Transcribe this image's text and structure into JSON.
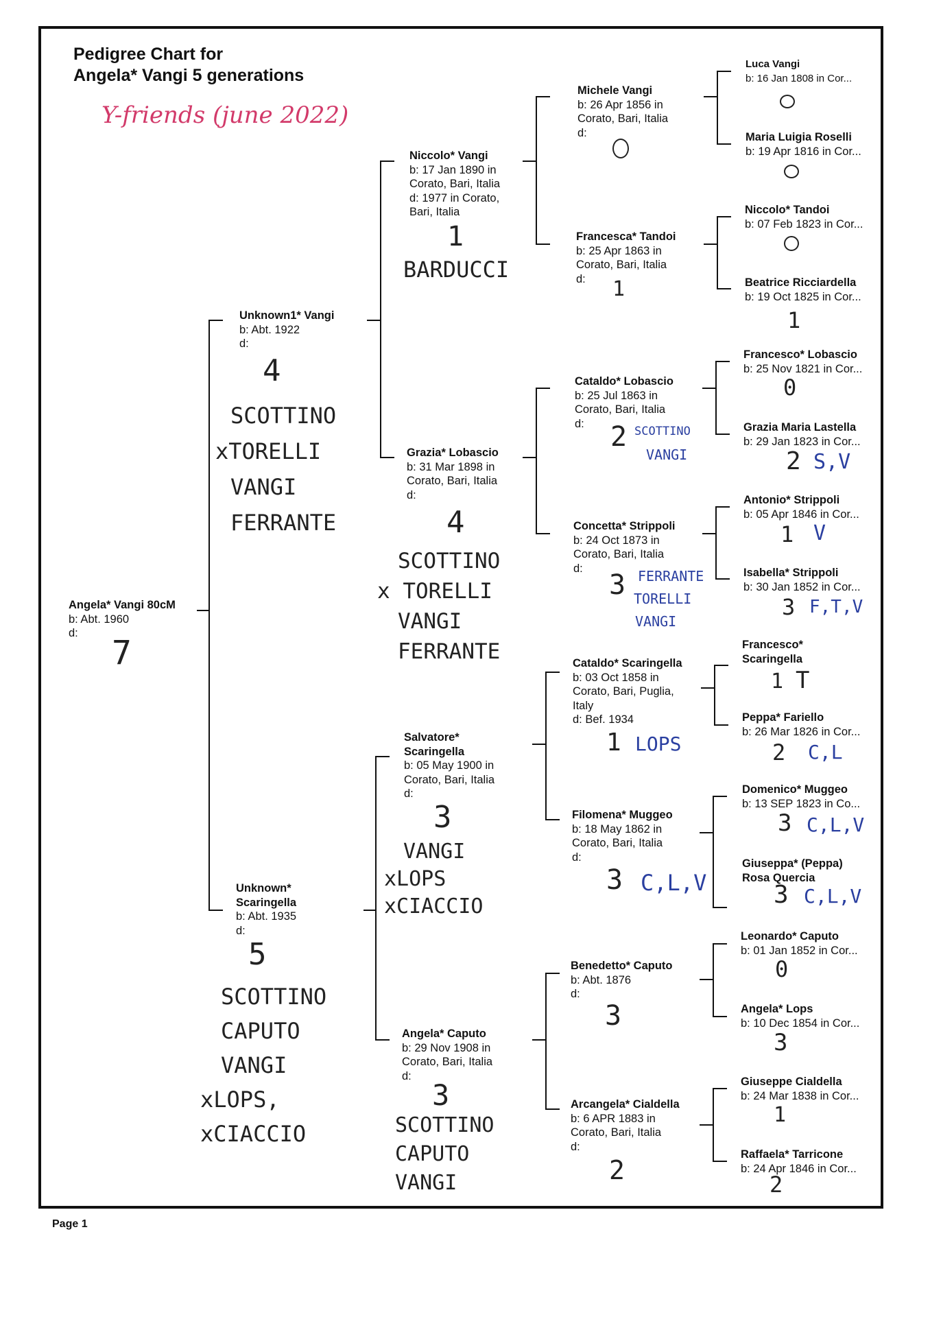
{
  "chart": {
    "title_line1": "Pedigree Chart for",
    "title_line2": "Angela* Vangi 5 generations",
    "handwritten_note": "Y-friends (june 2022)",
    "page_label": "Page 1"
  },
  "people": {
    "p1": {
      "name": "Angela* Vangi 80cM",
      "b": "b: Abt. 1960",
      "d": "d:"
    },
    "p2": {
      "name": "Unknown1* Vangi",
      "b": "b: Abt. 1922",
      "d": "d:"
    },
    "p3": {
      "name1": "Unknown*",
      "name2": "Scaringella",
      "b": "b: Abt. 1935",
      "d": "d:"
    },
    "p4": {
      "name": "Niccolo* Vangi",
      "b1": "b: 17 Jan 1890 in",
      "b2": "Corato, Bari, Italia",
      "d1": "d: 1977 in Corato,",
      "d2": "Bari, Italia"
    },
    "p5": {
      "name": "Grazia* Lobascio",
      "b1": "b: 31 Mar 1898 in",
      "b2": "Corato, Bari, Italia",
      "d": "d:"
    },
    "p6": {
      "name1": "Salvatore*",
      "name2": "Scaringella",
      "b1": "b: 05 May 1900 in",
      "b2": "Corato, Bari, Italia",
      "d": "d:"
    },
    "p7": {
      "name": "Angela* Caputo",
      "b1": "b: 29 Nov 1908 in",
      "b2": "Corato, Bari, Italia",
      "d": "d:"
    },
    "p8": {
      "name": "Michele Vangi",
      "b1": "b: 26 Apr 1856 in",
      "b2": "Corato, Bari, Italia",
      "d": "d:"
    },
    "p9": {
      "name": "Francesca* Tandoi",
      "b1": "b: 25 Apr 1863 in",
      "b2": "Corato, Bari, Italia",
      "d": "d:"
    },
    "p10": {
      "name": "Cataldo* Lobascio",
      "b1": "b: 25 Jul 1863 in",
      "b2": "Corato, Bari, Italia",
      "d": "d:"
    },
    "p11": {
      "name": "Concetta* Strippoli",
      "b1": "b: 24 Oct 1873 in",
      "b2": "Corato, Bari, Italia",
      "d": "d:"
    },
    "p12": {
      "name": "Cataldo* Scaringella",
      "b1": "b: 03 Oct 1858 in",
      "b2": "Corato, Bari, Puglia,",
      "b3": "Italy",
      "d": "d: Bef. 1934"
    },
    "p13": {
      "name": "Filomena* Muggeo",
      "b1": "b: 18 May 1862 in",
      "b2": "Corato, Bari, Italia",
      "d": "d:"
    },
    "p14": {
      "name": "Benedetto* Caputo",
      "b": "b: Abt. 1876",
      "d": "d:"
    },
    "p15": {
      "name": "Arcangela* Cialdella",
      "b1": "b: 6 APR 1883 in",
      "b2": "Corato, Bari, Italia",
      "d": "d:"
    },
    "p16": {
      "name": "Luca Vangi",
      "b": "b: 16 Jan 1808 in Cor..."
    },
    "p17": {
      "name": "Maria Luigia Roselli",
      "b": "b: 19 Apr 1816 in Cor..."
    },
    "p18": {
      "name": "Niccolo* Tandoi",
      "b": "b: 07 Feb 1823 in Cor..."
    },
    "p19": {
      "name": "Beatrice Ricciardella",
      "b": "b: 19 Oct 1825 in Cor..."
    },
    "p20": {
      "name": "Francesco* Lobascio",
      "b": "b: 25 Nov 1821 in Cor..."
    },
    "p21": {
      "name": "Grazia Maria Lastella",
      "b": "b: 29 Jan 1823 in Cor..."
    },
    "p22": {
      "name": "Antonio* Strippoli",
      "b": "b: 05 Apr 1846 in Cor..."
    },
    "p23": {
      "name": "Isabella* Strippoli",
      "b": "b: 30 Jan 1852 in Cor..."
    },
    "p24": {
      "name1": "Francesco*",
      "name2": "Scaringella"
    },
    "p25": {
      "name": "Peppa* Fariello",
      "b": "b: 26 Mar 1826 in Cor..."
    },
    "p26": {
      "name": "Domenico* Muggeo",
      "b": "b: 13 SEP 1823 in Co..."
    },
    "p27": {
      "name1": "Giuseppa* (Peppa)",
      "name2": "Rosa Quercia"
    },
    "p28": {
      "name": "Leonardo* Caputo",
      "b": "b: 01 Jan 1852 in Cor..."
    },
    "p29": {
      "name": "Angela* Lops",
      "b": "b: 10 Dec 1854 in Cor..."
    },
    "p30": {
      "name": "Giuseppe Cialdella",
      "b": "b: 24 Mar 1838 in Cor..."
    },
    "p31": {
      "name": "Raffaela* Tarricone",
      "b": "b: 24 Apr 1846 in Cor..."
    }
  },
  "notes": {
    "n_p1": "7",
    "n_p2_count": "4",
    "n_p2_l1": "SCOTTINO",
    "n_p2_l2": "xTORELLI",
    "n_p2_l3": "VANGI",
    "n_p2_l4": "FERRANTE",
    "n_p3_count": "5",
    "n_p3_l1": "SCOTTINO",
    "n_p3_l2": "CAPUTO",
    "n_p3_l3": "VANGI",
    "n_p3_l4": "xLOPS,",
    "n_p3_l5": "xCIACCIO",
    "n_p4_count": "1",
    "n_p4_l1": "BARDUCCI",
    "n_p5_count": "4",
    "n_p5_l1": "SCOTTINO",
    "n_p5_l2": "x TORELLI",
    "n_p5_l3": "VANGI",
    "n_p5_l4": "FERRANTE",
    "n_p6_count": "3",
    "n_p6_l1": "VANGI",
    "n_p6_l2": "xLOPS",
    "n_p6_l3": "xCIACCIO",
    "n_p7_count": "3",
    "n_p7_l1": "SCOTTINO",
    "n_p7_l2": "CAPUTO",
    "n_p7_l3": "VANGI",
    "n_p9": "1",
    "n_p10_count": "2",
    "n_p10_l1": "SCOTTINO",
    "n_p10_l2": "VANGI",
    "n_p11_count": "3",
    "n_p11_l1": "FERRANTE",
    "n_p11_l2": "TORELLI",
    "n_p11_l3": "VANGI",
    "n_p12_count": "1",
    "n_p12_l1": "LOPS",
    "n_p13_count": "3",
    "n_p13_l1": "C,L,V",
    "n_p14": "3",
    "n_p15": "2",
    "n_p19": "1",
    "n_p20": "0",
    "n_p21_count": "2",
    "n_p21_l1": "S,V",
    "n_p22_count": "1",
    "n_p22_l1": "V",
    "n_p23_count": "3",
    "n_p23_l1": "F,T,V",
    "n_p24_count": "1",
    "n_p24_l1": "T",
    "n_p25_count": "2",
    "n_p25_l1": "C,L",
    "n_p26_count": "3",
    "n_p26_l1": "C,L,V",
    "n_p27_count": "3",
    "n_p27_l1": "C,L,V",
    "n_p28": "0",
    "n_p29": "3",
    "n_p30": "1",
    "n_p31": "2"
  },
  "colors": {
    "ink": "#111111",
    "blue_ink": "#2a3fa0",
    "red_ink": "#d23a6a"
  }
}
